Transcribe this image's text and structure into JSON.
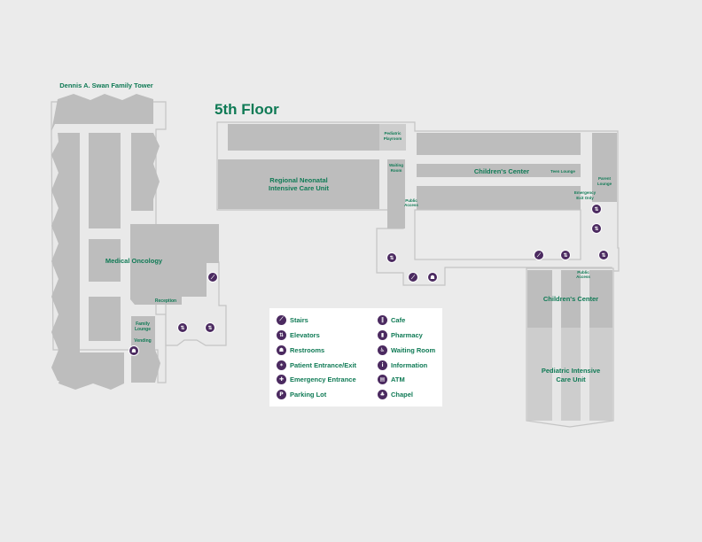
{
  "title": "5th Floor",
  "building": "Dennis A. Swan Family Tower",
  "rooms": {
    "medical_oncology": "Medical Oncology",
    "reception": "Reception",
    "family_lounge_1": "Family",
    "family_lounge_2": "Lounge",
    "vending": "Vending",
    "rnicu_1": "Regional Neonatal",
    "rnicu_2": "Intensive Care Unit",
    "playroom_1": "Pediatric",
    "playroom_2": "Playroom",
    "waiting_1": "Waiting",
    "waiting_2": "Room",
    "public_access_1": "Public",
    "public_access_2": "Access",
    "childrens_center": "Children's Center",
    "teen_lounge": "Teen Lounge",
    "parent_lounge_1": "Parent",
    "parent_lounge_2": "Lounge",
    "emergency_exit_1": "Emergency",
    "emergency_exit_2": "Exit Only",
    "picu_1": "Pediatric Intensive",
    "picu_2": "Care Unit"
  },
  "legend": [
    {
      "label": "Stairs",
      "icon": "stairs-icon",
      "glyph": "⟋"
    },
    {
      "label": "Elevators",
      "icon": "elevator-icon",
      "glyph": "⇅"
    },
    {
      "label": "Restrooms",
      "icon": "restroom-icon",
      "glyph": "☗"
    },
    {
      "label": "Patient Entrance/Exit",
      "icon": "walking-person-icon",
      "glyph": "✶"
    },
    {
      "label": "Emergency Entrance",
      "icon": "emergency-cross-icon",
      "glyph": "✚"
    },
    {
      "label": "Parking Lot",
      "icon": "parking-icon",
      "glyph": "P"
    },
    {
      "label": "Cafe",
      "icon": "cafe-icon",
      "glyph": "‖"
    },
    {
      "label": "Pharmacy",
      "icon": "pharmacy-icon",
      "glyph": "▮"
    },
    {
      "label": "Waiting Room",
      "icon": "waiting-room-icon",
      "glyph": "♿"
    },
    {
      "label": "Information",
      "icon": "information-icon",
      "glyph": "i"
    },
    {
      "label": "ATM",
      "icon": "atm-icon",
      "glyph": "▤"
    },
    {
      "label": "Chapel",
      "icon": "chapel-icon",
      "glyph": "♣"
    }
  ],
  "colors": {
    "accent_green": "#0f7a55",
    "icon_purple": "#4b2a60",
    "room_gray": "#bdbdbd"
  }
}
